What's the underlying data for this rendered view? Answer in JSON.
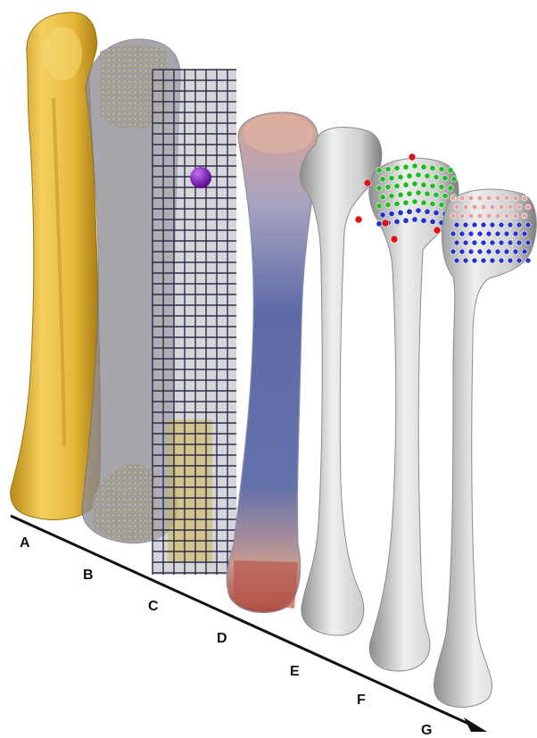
{
  "stage_labels": [
    "A",
    "B",
    "C",
    "D",
    "E",
    "F",
    "G"
  ],
  "colors": {
    "bone_yellow": "#e9bd3a",
    "bone_grey": "#d4d4d4",
    "translucent_grey": "#8e8e96",
    "grid_line": "#2a2d45",
    "sphere": "#7a10b8",
    "density_blue": "#5a6aa8",
    "density_red": "#c98876",
    "landmark_green": "#22bb22",
    "landmark_red": "#dd1111",
    "landmark_blue": "#2233cc",
    "landmark_pink": "#e8a0a8",
    "arrow": "#111111"
  }
}
